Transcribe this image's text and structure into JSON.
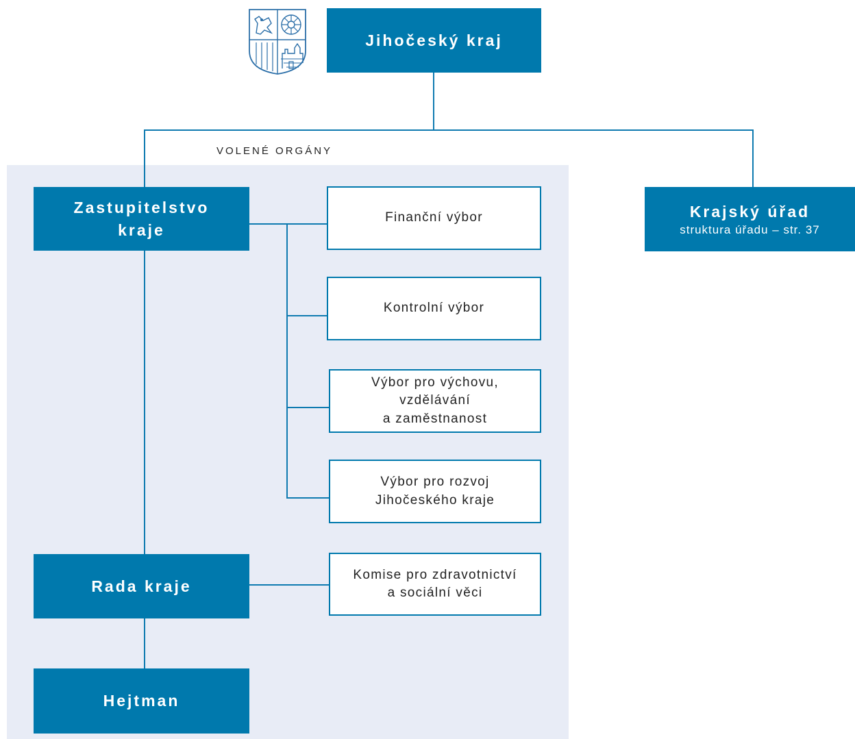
{
  "diagram": {
    "top": {
      "title": "Jihočeský kraj"
    },
    "section_label": "VOLENÉ ORGÁNY",
    "office": {
      "title": "Krajský úřad",
      "subtitle": "struktura úřadu – str. 37"
    },
    "assembly": {
      "title": "Zastupitelstvo\nkraje"
    },
    "committees": [
      {
        "label": "Finanční výbor"
      },
      {
        "label": "Kontrolní výbor"
      },
      {
        "label": "Výbor pro výchovu,\nvzdělávání\na zaměstnanost"
      },
      {
        "label": "Výbor pro rozvoj\nJihočeského kraje"
      }
    ],
    "council": {
      "title": "Rada kraje"
    },
    "commission": {
      "label": "Komise pro zdravotnictví\na sociální věci"
    },
    "governor": {
      "title": "Hejtman"
    }
  },
  "colors": {
    "primary": "#0079ad",
    "panel": "#e8ecf6",
    "outline_text": "#222222"
  },
  "icons": {
    "emblem": "coat-of-arms-icon"
  }
}
